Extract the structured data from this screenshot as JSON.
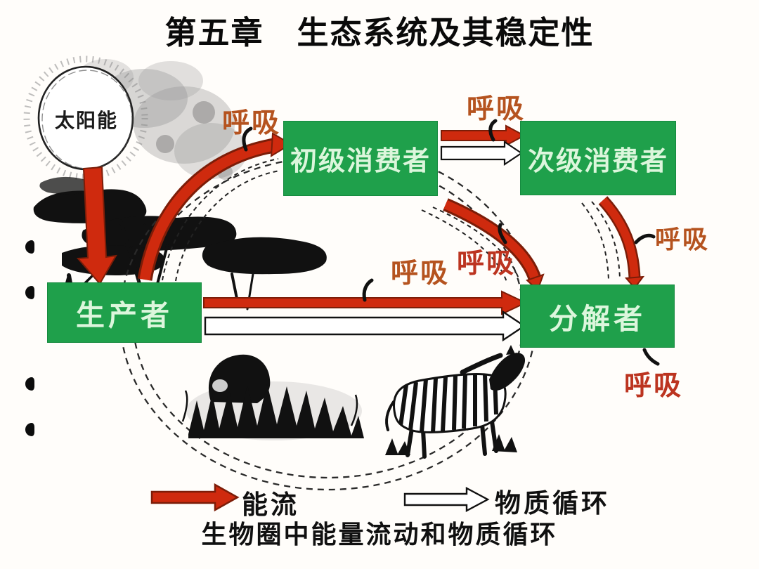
{
  "title": "第五章　生态系统及其稳定性",
  "diagram": {
    "sun_label": "太阳能",
    "nodes": {
      "producer": "生产者",
      "primary_consumer": "初级消费者",
      "secondary_consumer": "次级消费者",
      "decomposer": "分解者"
    },
    "breath_labels": [
      "呼吸",
      "呼吸",
      "呼吸",
      "呼吸",
      "呼吸",
      "呼吸"
    ],
    "legend": {
      "energy_flow_label": "能流",
      "matter_cycle_label": "物质循环"
    },
    "caption": "生物圈中能量流动和物质循环"
  },
  "colors": {
    "node_green": "#1fa04b",
    "node_text_green": "#dcf6dc",
    "energy_arrow_red": "#cf2a0e",
    "energy_arrow_outline": "#7c1d08",
    "breath_text_orange": "#b5531f",
    "breath_text_red": "#bc3420",
    "ink": "#111111"
  }
}
